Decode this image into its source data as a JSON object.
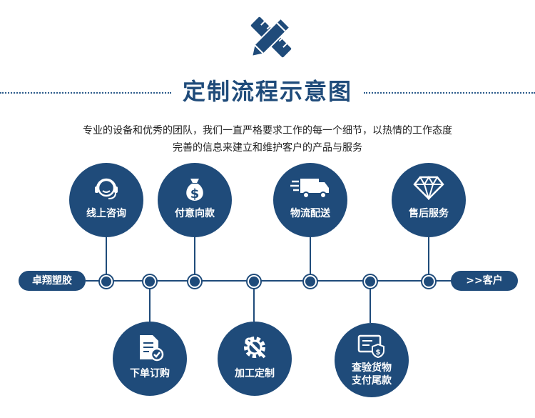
{
  "title": "定制流程示意图",
  "intro": {
    "line1": "专业的设备和优秀的团队，我们一直严格要求工作的每一个细节，以热情的工作态度",
    "line2": "完善的信息来建立和维护客户的产品与服务"
  },
  "endpoints": {
    "start": "卓翔塑胶",
    "end": ">>客户"
  },
  "steps": {
    "consult": {
      "label": "线上咨询",
      "icon": "customer-service-icon"
    },
    "order": {
      "label": "下单订购",
      "icon": "document-check-icon"
    },
    "payment": {
      "label": "付意向款",
      "icon": "money-bag-icon"
    },
    "process": {
      "label": "加工定制",
      "icon": "gear-wrench-icon"
    },
    "delivery": {
      "label": "物流配送",
      "icon": "delivery-truck-icon"
    },
    "inspect": {
      "label1": "查验货物",
      "label2": "支付尾款",
      "icon": "payment-shield-icon"
    },
    "aftersale": {
      "label": "售后服务",
      "icon": "diamond-icon"
    }
  },
  "colors": {
    "primary": "#1f4b7a",
    "text": "#222222",
    "background": "#ffffff"
  }
}
